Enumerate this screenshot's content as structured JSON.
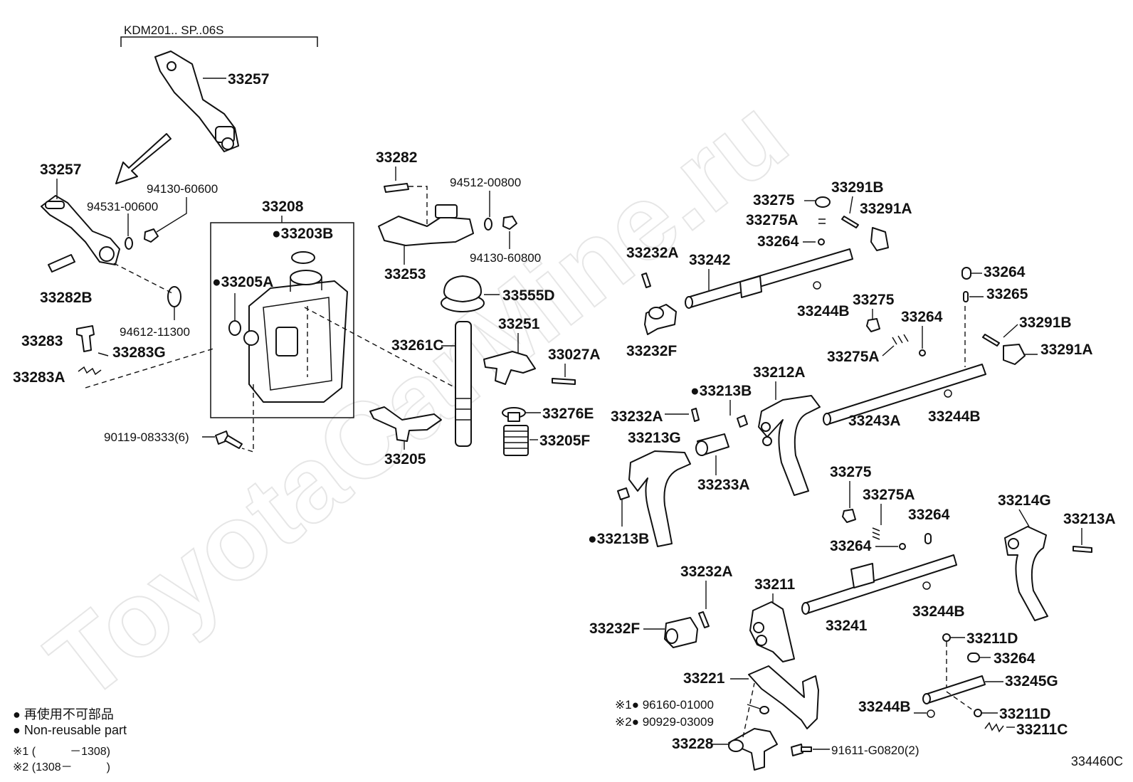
{
  "watermark": "ToyotaCarMine.ru",
  "header_note": "KDM201.. SP..06S",
  "diagram_ref": "334460C",
  "legend": {
    "jp": "● 再使用不可部品",
    "en": "● Non-reusable part",
    "note1": "※1 (　　　－1308)",
    "note2": "※2 (1308－　　　)"
  },
  "labels": {
    "p33257_top": "33257",
    "p33257": "33257",
    "p94130_60600": "94130-60600",
    "p94531_00600": "94531-00600",
    "p33282B": "33282B",
    "p94612_11300": "94612-11300",
    "p33283": "33283",
    "p33283G": "33283G",
    "p33283A": "33283A",
    "p90119": "90119-08333(6)",
    "p33208": "33208",
    "p33203B": "●33203B",
    "p33205A": "●33205A",
    "p33282": "33282",
    "p94512": "94512-00800",
    "p94130_60800": "94130-60800",
    "p33253": "33253",
    "p33555D": "33555D",
    "p33261C": "33261C",
    "p33251": "33251",
    "p33027A": "33027A",
    "p33276E": "33276E",
    "p33205F": "33205F",
    "p33205": "33205",
    "p33275_a": "33275",
    "p33275A_a": "33275A",
    "p33264_a": "33264",
    "p33291B_a": "33291B",
    "p33291A_a": "33291A",
    "p33232A_a": "33232A",
    "p33242": "33242",
    "p33244B_a": "33244B",
    "p33232F_a": "33232F",
    "p33275_b": "33275",
    "p33264_b": "33264",
    "p33264_c": "33264",
    "p33265": "33265",
    "p33291B_b": "33291B",
    "p33291A_b": "33291A",
    "p33275A_b": "33275A",
    "p33213B_a": "●33213B",
    "p33212A": "33212A",
    "p33232A_b": "33232A",
    "p33243A": "33243A",
    "p33244B_b": "33244B",
    "p33213G": "33213G",
    "p33233A": "33233A",
    "p33213B_b": "●33213B",
    "p33275_c": "33275",
    "p33275A_c": "33275A",
    "p33264_d": "33264",
    "p33264_e": "33264",
    "p33214G": "33214G",
    "p33213A": "33213A",
    "p33232A_c": "33232A",
    "p33211": "33211",
    "p33241": "33241",
    "p33244B_c": "33244B",
    "p33232F_b": "33232F",
    "p33211D_a": "33211D",
    "p33264_f": "33264",
    "p33245G": "33245G",
    "p33221": "33221",
    "p96160": "※1● 96160-01000",
    "p90929": "※2● 90929-03009",
    "p33244B_d": "33244B",
    "p33211D_b": "33211D",
    "p33211C": "33211C",
    "p33228": "33228",
    "p91611": "91611-G0820(2)"
  }
}
